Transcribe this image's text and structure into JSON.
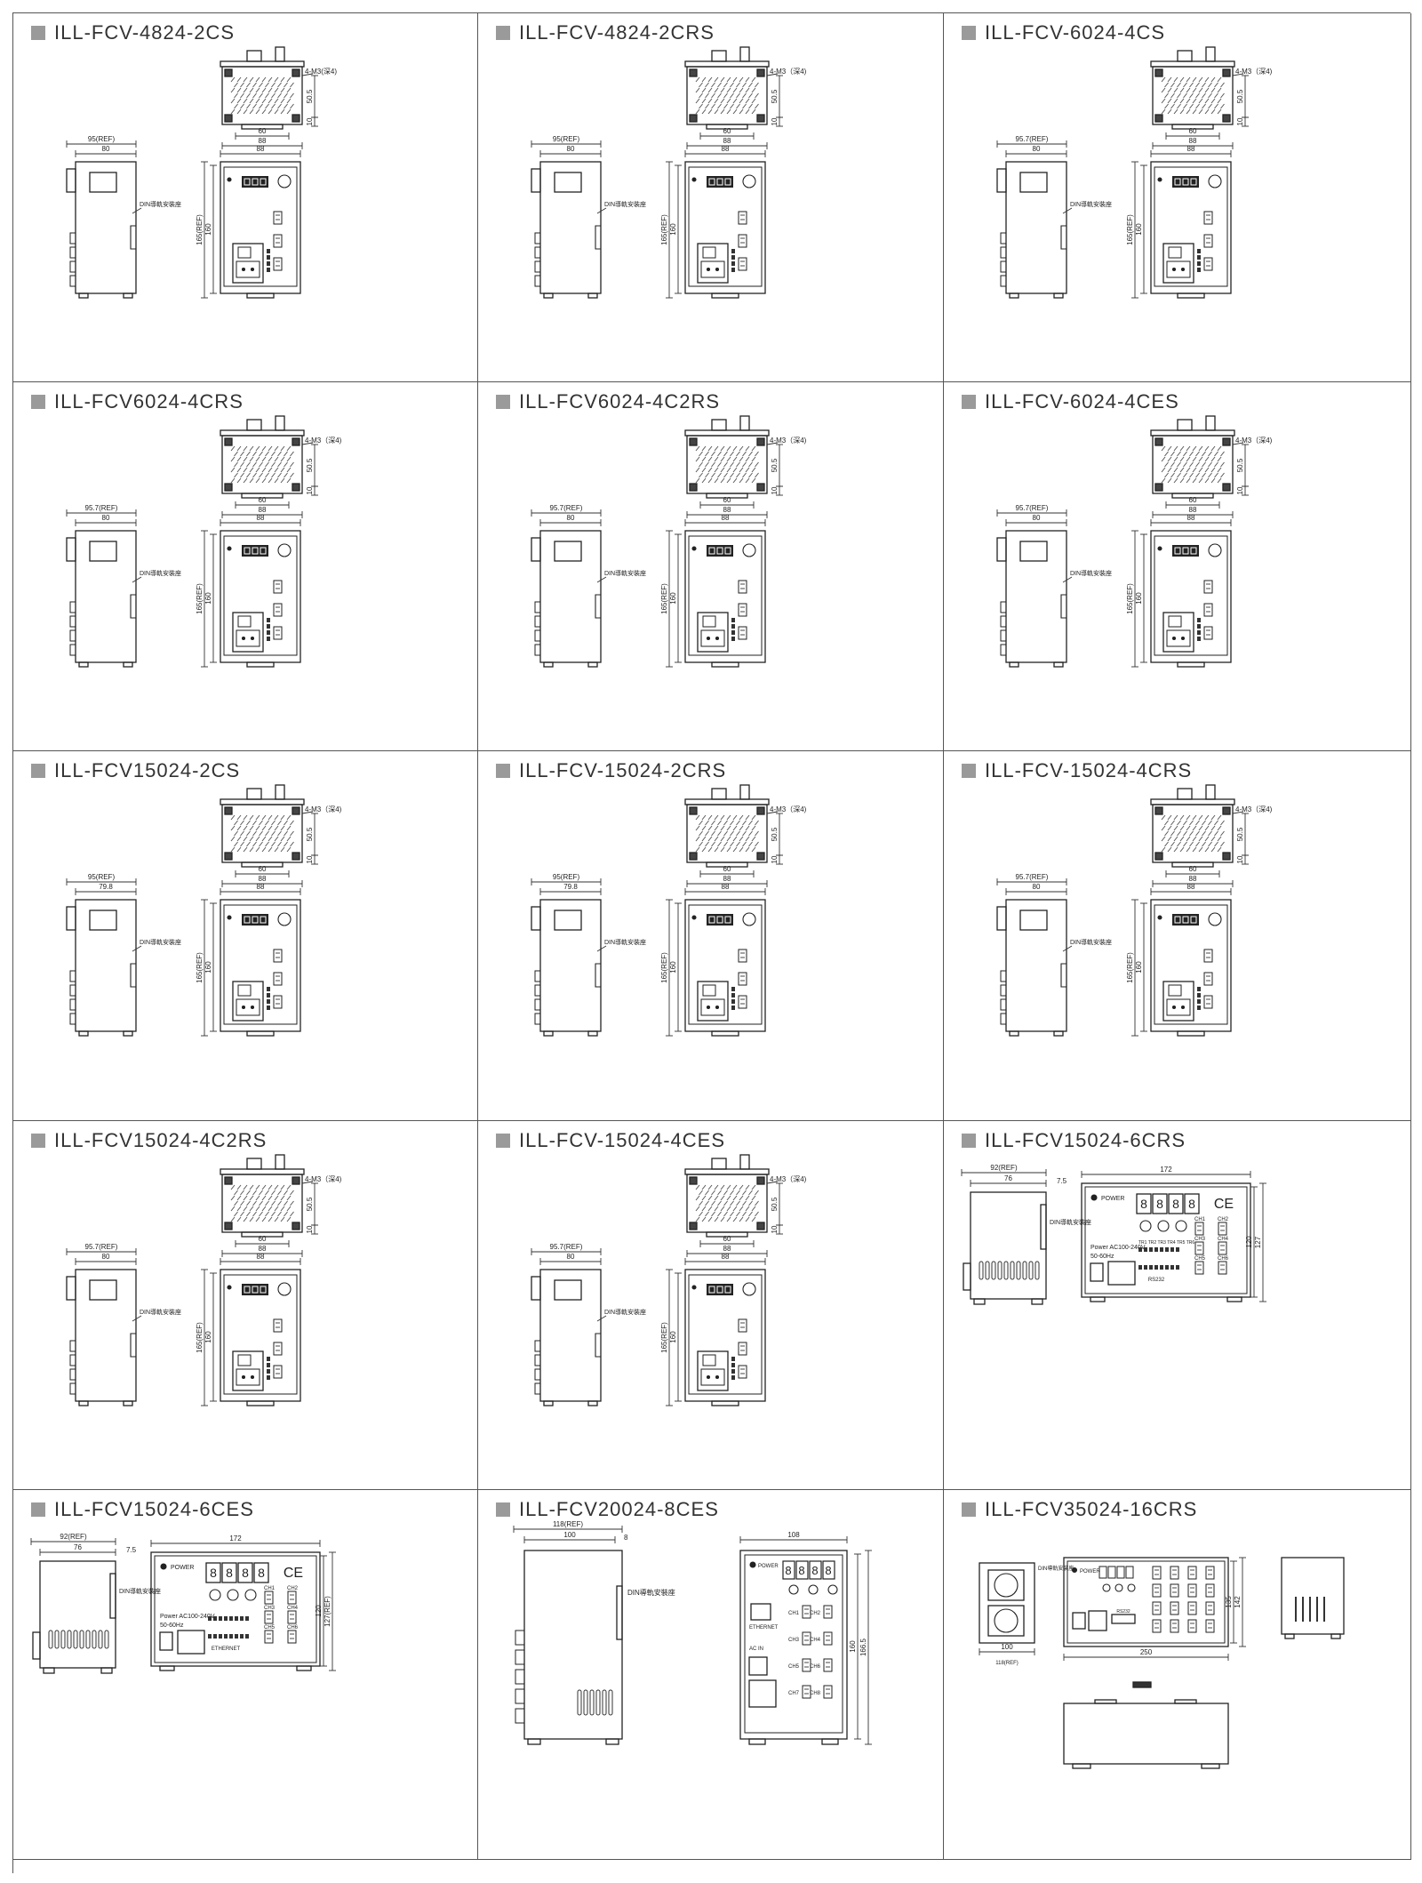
{
  "cells": [
    {
      "title": "ILL-FCV-4824-2CS",
      "layout": "a",
      "ref": "95(REF)",
      "dd": "80",
      "hole": "4-M3(深4)",
      "h1": "50.5",
      "h2": "10",
      "w1": "60",
      "w2": "88",
      "fw": "88",
      "fh1": "165(REF)",
      "fh2": "160",
      "din": "DIN導軌安裝座"
    },
    {
      "title": "ILL-FCV-4824-2CRS",
      "layout": "a",
      "ref": "95(REF)",
      "dd": "80",
      "hole": "4-M3（深4)",
      "h1": "50.5",
      "h2": "10",
      "w1": "60",
      "w2": "88",
      "fw": "88",
      "fh1": "165(REF)",
      "fh2": "160",
      "din": "DIN導軌安裝座"
    },
    {
      "title": "ILL-FCV-6024-4CS",
      "layout": "a",
      "ref": "95.7(REF)",
      "dd": "80",
      "hole": "4-M3（深4)",
      "h1": "50.5",
      "h2": "10",
      "w1": "60",
      "w2": "88",
      "fw": "88",
      "fh1": "165(REF)",
      "fh2": "160",
      "din": "DIN導軌安裝座"
    },
    {
      "title": "ILL-FCV6024-4CRS",
      "layout": "a",
      "ref": "95.7(REF)",
      "dd": "80",
      "hole": "4-M3（深4)",
      "h1": "50.5",
      "h2": "10",
      "w1": "60",
      "w2": "88",
      "fw": "88",
      "fh1": "165(REF)",
      "fh2": "160",
      "din": "DIN導軌安裝座"
    },
    {
      "title": "ILL-FCV6024-4C2RS",
      "layout": "a",
      "ref": "95.7(REF)",
      "dd": "80",
      "hole": "4-M3（深4)",
      "h1": "50.5",
      "h2": "10",
      "w1": "60",
      "w2": "88",
      "fw": "88",
      "fh1": "165(REF)",
      "fh2": "160",
      "din": "DIN導軌安裝座"
    },
    {
      "title": "ILL-FCV-6024-4CES",
      "layout": "a",
      "ref": "95.7(REF)",
      "dd": "80",
      "hole": "4-M3（深4)",
      "h1": "50.5",
      "h2": "10",
      "w1": "60",
      "w2": "88",
      "fw": "88",
      "fh1": "165(REF)",
      "fh2": "160",
      "din": "DIN導軌安裝座"
    },
    {
      "title": "ILL-FCV15024-2CS",
      "layout": "a",
      "ref": "95(REF)",
      "dd": "79.8",
      "hole": "4-M3（深4)",
      "h1": "50.5",
      "h2": "10",
      "w1": "60",
      "w2": "88",
      "fw": "88",
      "fh1": "165(REF)",
      "fh2": "160",
      "din": "DIN導軌安裝座"
    },
    {
      "title": "ILL-FCV-15024-2CRS",
      "layout": "a",
      "ref": "95(REF)",
      "dd": "79.8",
      "hole": "4-M3（深4)",
      "h1": "50.5",
      "h2": "10",
      "w1": "60",
      "w2": "88",
      "fw": "88",
      "fh1": "165(REF)",
      "fh2": "160",
      "din": "DIN導軌安裝座"
    },
    {
      "title": "ILL-FCV-15024-4CRS",
      "layout": "a",
      "ref": "95.7(REF)",
      "dd": "80",
      "hole": "4-M3（深4)",
      "h1": "50.5",
      "h2": "10",
      "w1": "60",
      "w2": "88",
      "fw": "88",
      "fh1": "165(REF)",
      "fh2": "160",
      "din": "DIN導軌安裝座"
    },
    {
      "title": "ILL-FCV15024-4C2RS",
      "layout": "a",
      "ref": "95.7(REF)",
      "dd": "80",
      "hole": "4-M3（深4)",
      "h1": "50.5",
      "h2": "10",
      "w1": "60",
      "w2": "88",
      "fw": "88",
      "fh1": "165(REF)",
      "fh2": "160",
      "din": "DIN導軌安裝座"
    },
    {
      "title": "ILL-FCV-15024-4CES",
      "layout": "a",
      "ref": "95.7(REF)",
      "dd": "80",
      "hole": "4-M3（深4)",
      "h1": "50.5",
      "h2": "10",
      "w1": "60",
      "w2": "88",
      "fw": "88",
      "fh1": "165(REF)",
      "fh2": "160",
      "din": "DIN導軌安裝座"
    },
    {
      "title": "ILL-FCV15024-6CRS",
      "layout": "b",
      "ref": "92(REF)",
      "dd": "76",
      "d3": "7.5",
      "fw": "172",
      "fh1": "127",
      "fh2": "120",
      "din": "DIN導軌安裝座",
      "power": "POWER",
      "supply": "Power AC100-240V",
      "freq": "50-60Hz",
      "ports": [
        "CH1",
        "CH2",
        "CH3",
        "CH4",
        "CH5",
        "CH6"
      ],
      "rs": "RS232",
      "trig": "TR1 TR2 TR3 TR4 TR5 TR6",
      "ce": "CE"
    },
    {
      "title": "ILL-FCV15024-6CES",
      "layout": "b",
      "ref": "92(REF)",
      "dd": "76",
      "d3": "7.5",
      "fw": "172",
      "fh1": "127(REF)",
      "fh2": "120",
      "din": "DIN導軌安裝座",
      "power": "POWER",
      "supply": "Power AC100-240V",
      "freq": "50-60Hz",
      "ports": [
        "CH1",
        "CH2",
        "CH3",
        "CH4",
        "CH5",
        "CH6"
      ],
      "rs": "ETHERNET",
      "trig": "",
      "ce": "CE"
    },
    {
      "title": "ILL-FCV20024-8CES",
      "layout": "c",
      "ref": "118(REF)",
      "dd": "100",
      "d3": "8",
      "fw": "108",
      "fh1": "166.5",
      "fh2": "160",
      "din": "DIN導軌安裝座",
      "power": "POWER",
      "eth": "ETHERNET",
      "acin": "AC IN",
      "ports": [
        "CH1",
        "CH2",
        "CH3",
        "CH4",
        "CH5",
        "CH6",
        "CH7",
        "CH8"
      ]
    },
    {
      "title": "ILL-FCV35024-16CRS",
      "layout": "d",
      "din": "DIN導軌安裝座",
      "w1": "100",
      "w2": "118(REF)",
      "fw": "250",
      "fh1": "142",
      "fh2": "135",
      "power": "POWER",
      "rs": "RS232"
    }
  ]
}
